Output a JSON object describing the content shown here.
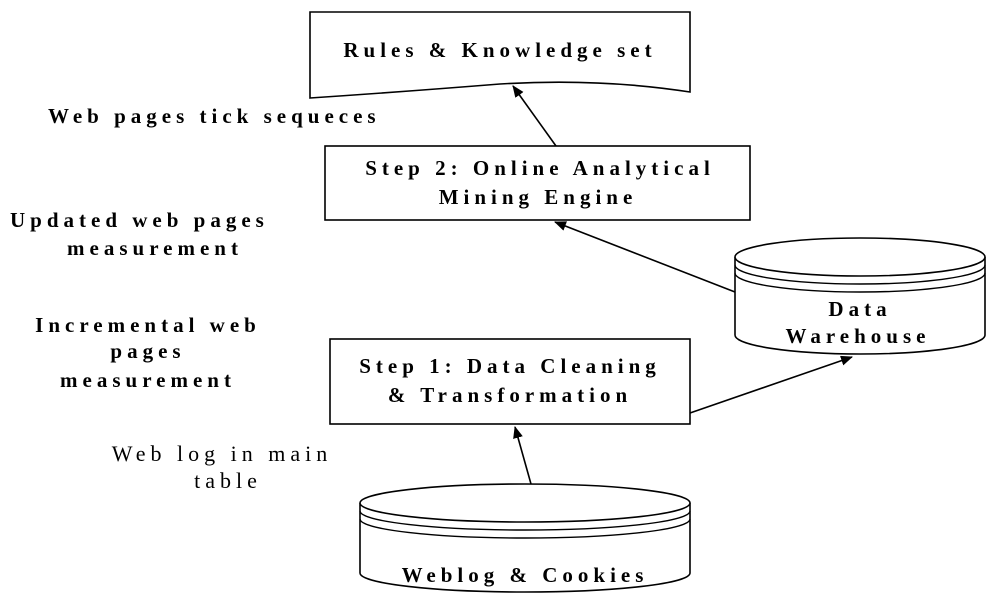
{
  "boxes": {
    "rules": "Rules & Knowledge set",
    "step2": [
      "Step 2: Online Analytical",
      "Mining Engine"
    ],
    "step1": [
      "Step 1: Data Cleaning",
      "& Transformation"
    ]
  },
  "databases": {
    "warehouse": [
      "Data",
      "Warehouse"
    ],
    "weblog": "Weblog & Cookies"
  },
  "side_labels": {
    "tick_sequences": "Web pages tick sequeces",
    "updated": [
      "Updated web pages",
      "measurement"
    ],
    "incremental": [
      "Incremental web",
      "pages",
      "measurement"
    ],
    "web_log": [
      "Web log in main",
      "table"
    ]
  }
}
